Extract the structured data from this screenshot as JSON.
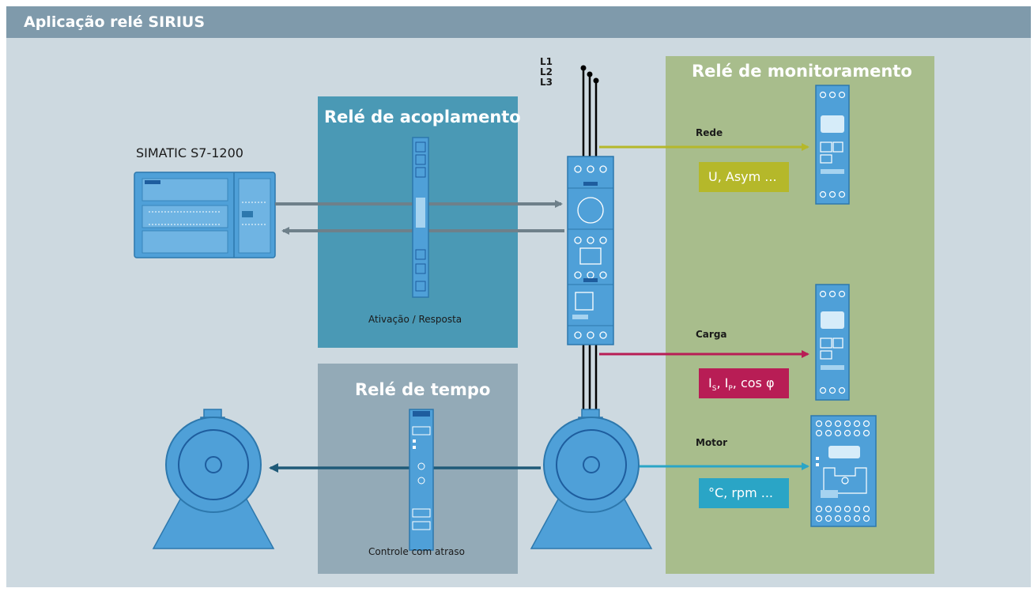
{
  "header": {
    "title": "Aplicação relé SIRIUS"
  },
  "plc": {
    "label": "SIMATIC S7-1200"
  },
  "coupling": {
    "title": "Relé de acoplamento",
    "caption": "Ativação / Resposta"
  },
  "timer": {
    "title": "Relé de tempo",
    "caption": "Controle com atraso"
  },
  "monitoring": {
    "title": "Relé de monitoramento",
    "rede": {
      "label": "Rede",
      "tag": "U, Asym ...",
      "color": "#b5b82a"
    },
    "carga": {
      "label": "Carga",
      "tag_main": "I",
      "sub1": "S",
      "sub2": "P",
      "tag_rest": "cos φ",
      "color": "#b81d55"
    },
    "motor": {
      "label": "Motor",
      "tag": "°C, rpm ...",
      "color": "#2aa5c6"
    }
  },
  "phases": {
    "l1": "L1",
    "l2": "L2",
    "l3": "L3"
  },
  "colors": {
    "frame_bg": "#cdd9e0",
    "title_bar": "#7f9aab",
    "coupling_panel": "#4a99b5",
    "timer_panel": "#93aab7",
    "monitoring_panel": "#a8bd8c",
    "device_blue": "#4fa0d8",
    "arrow_gray": "#6e808a",
    "arrow_dark": "#1f5a78"
  }
}
